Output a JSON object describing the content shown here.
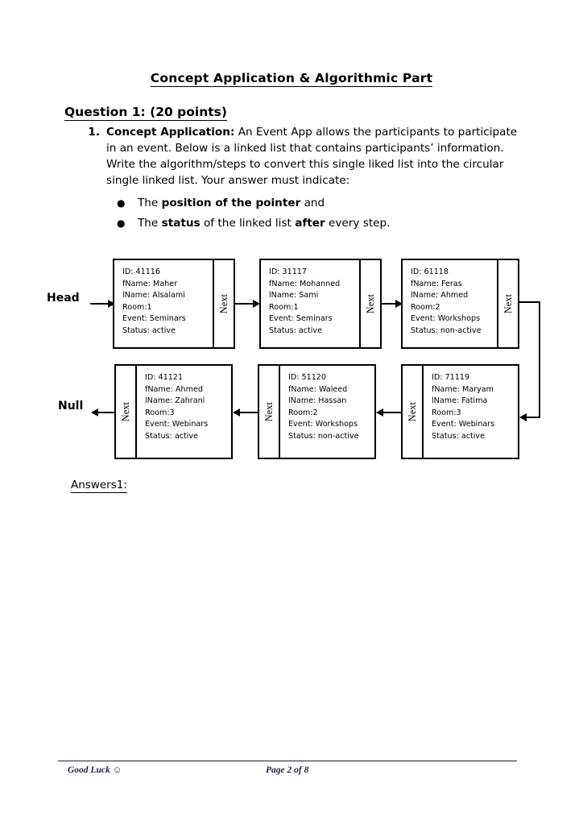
{
  "document": {
    "title": "Concept Application & Algorithmic Part",
    "question_heading": "Question 1: (20 points)",
    "question": {
      "number": "1.",
      "label": "Concept Application:",
      "body_part1": " An Event App allows the participants to participate in an event. Below is a linked list that contains participants’ information. Write the algorithm/steps to convert this single liked list into the circular single linked list. Your answer must indicate:",
      "bullets": [
        {
          "marker": "●",
          "pre": "The ",
          "bold": "position of the pointer",
          "post": " and"
        },
        {
          "marker": "●",
          "pre": "The ",
          "bold": "status",
          "mid": " of the linked list ",
          "bold2": "after",
          "post": " every step."
        }
      ]
    },
    "answers_label": "Answers1:"
  },
  "diagram": {
    "head_label": "Head",
    "null_label": "Null",
    "next_label": "Next",
    "nodes": [
      {
        "row": 1,
        "id": "ID: 41116",
        "fname": "fName: Maher",
        "lname": "lName: Alsalami",
        "room": "Room:1",
        "event": "Event: Seminars",
        "status": "Status: active"
      },
      {
        "row": 1,
        "id": "ID: 31117",
        "fname": "fName: Mohanned",
        "lname": "lName: Sami",
        "room": "Room:1",
        "event": "Event: Seminars",
        "status": "Status: active"
      },
      {
        "row": 1,
        "id": "ID: 61118",
        "fname": "fName: Feras",
        "lname": "lName: Ahmed",
        "room": "Room:2",
        "event": "Event: Workshops",
        "status": "Status: non-active"
      },
      {
        "row": 2,
        "id": "ID: 71119",
        "fname": "fName: Maryam",
        "lname": "lName: Fatima",
        "room": "Room:3",
        "event": "Event: Webinars",
        "status": "Status: active"
      },
      {
        "row": 2,
        "id": "ID: 51120",
        "fname": "ID: 51120",
        "lname": "lName: Hassan",
        "room": "Room:2",
        "event": "Event: Workshops",
        "status": "Status: non-active"
      },
      {
        "row": 2,
        "id": "ID: 41121",
        "fname": "fName: Ahmed",
        "lname": "lName: Zahrani",
        "room": "Room:3",
        "event": "Event: Webinars",
        "status": "Status: active"
      }
    ],
    "node_5_fname": "fName: Waleed"
  },
  "footer": {
    "left": "Good Luck ☺",
    "center": "Page 2 of 8"
  }
}
